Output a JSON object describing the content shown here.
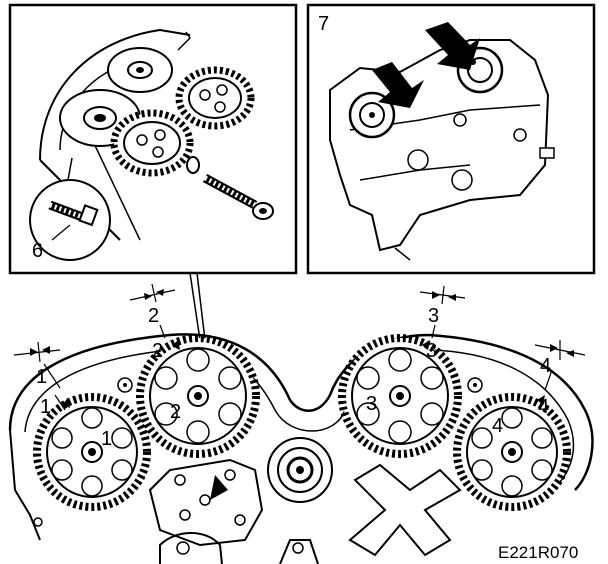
{
  "figure_code": "E221R070",
  "insets": {
    "left": {
      "step_number": "",
      "bolt_label": "6"
    },
    "right": {
      "step_number": "7"
    }
  },
  "gear_labels": {
    "g1": "1",
    "g2": "2",
    "g3": "3",
    "g4": "4"
  },
  "mark_labels": {
    "m1_outer": "1",
    "m1_inner": "1",
    "m2_outer": "2",
    "m2_inner": "2",
    "m3_outer": "3",
    "m3_inner": "3",
    "m4_outer": "4",
    "m4_inner": "4"
  }
}
